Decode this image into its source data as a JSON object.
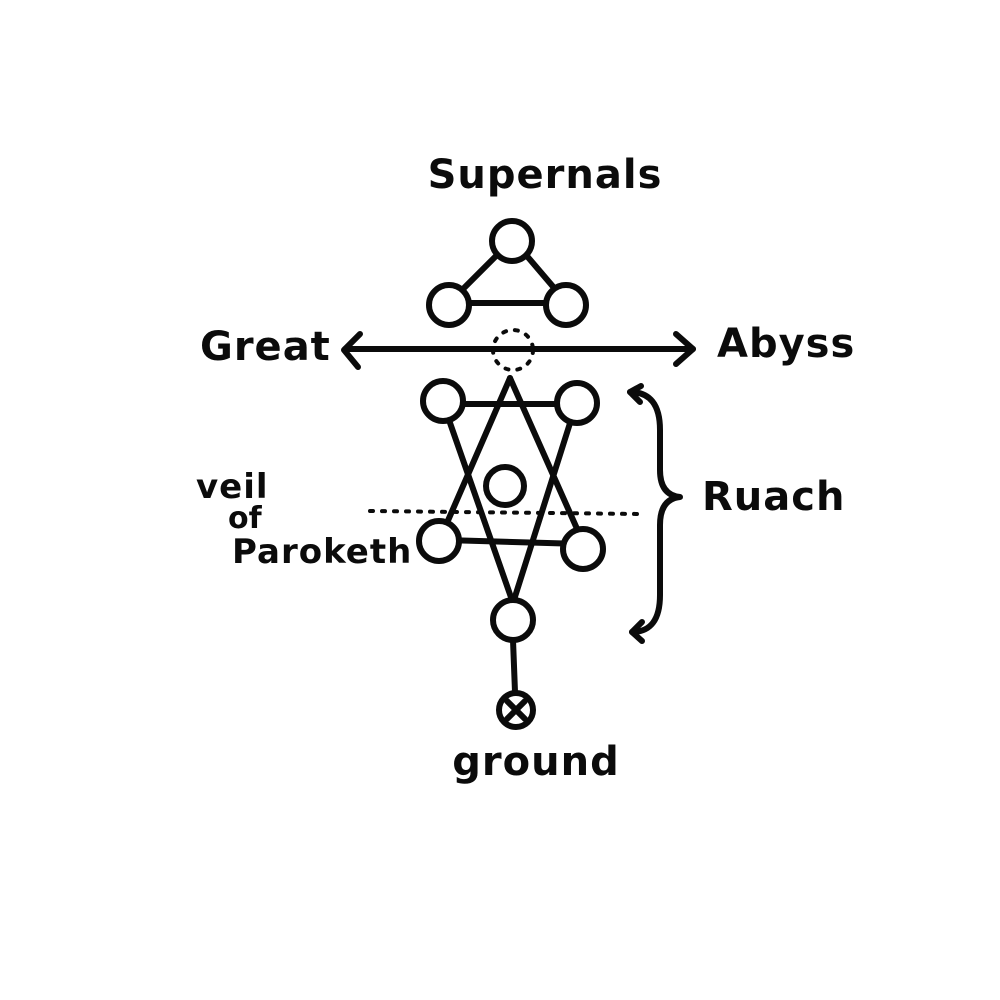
{
  "labels": {
    "supernals": "Supernals",
    "great": "Great",
    "abyss": "Abyss",
    "veil_line1": "veil",
    "veil_line2": "of",
    "veil_line3": "Paroketh",
    "ruach": "Ruach",
    "ground": "ground"
  },
  "colors": {
    "ink": "#0b0b0b",
    "paper": "#ffffff"
  }
}
